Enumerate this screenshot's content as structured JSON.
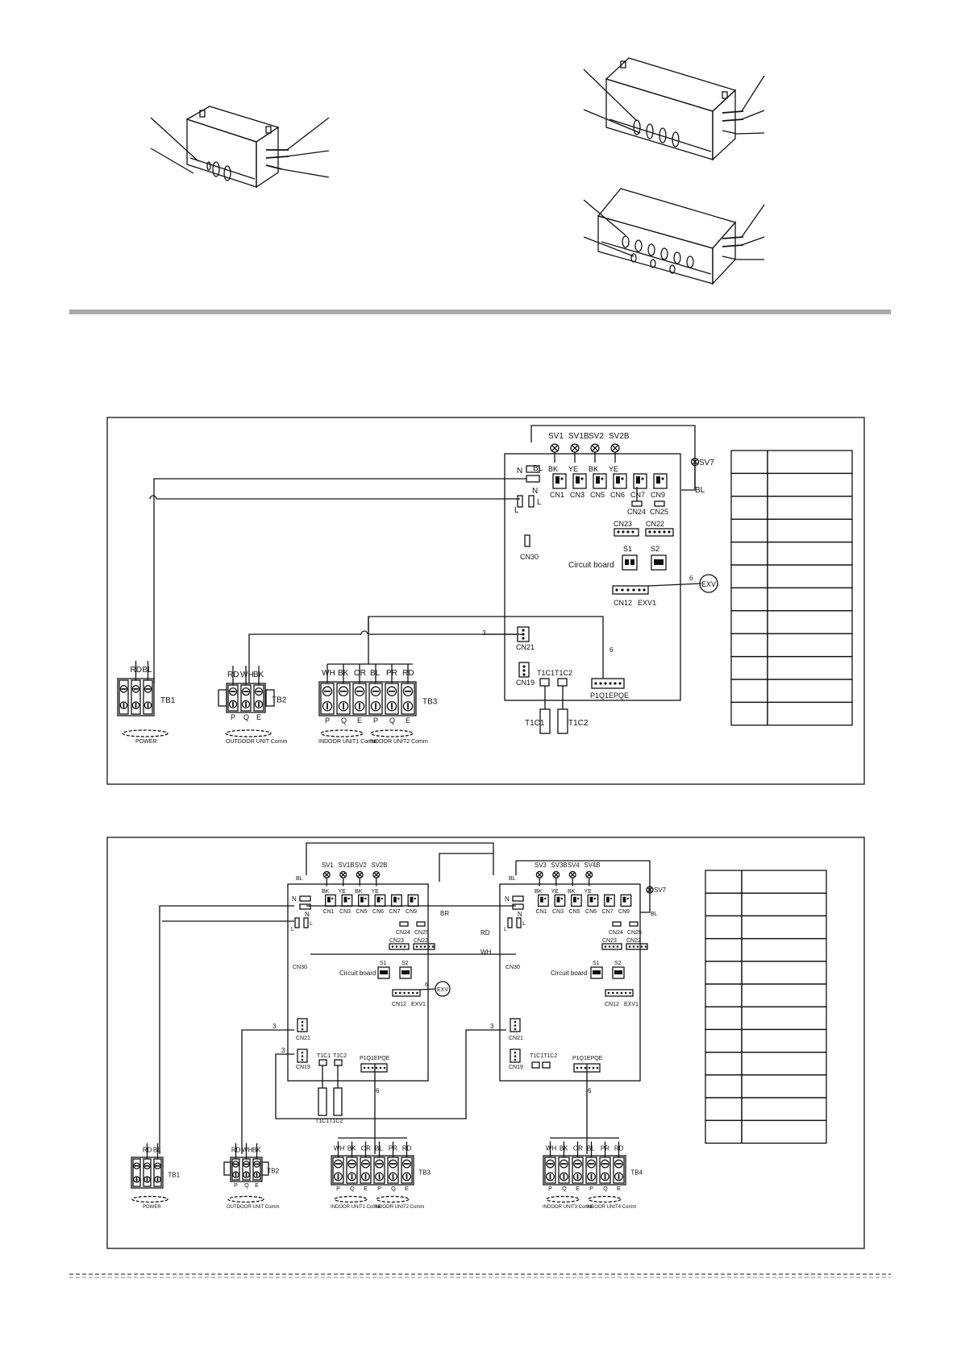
{
  "colors": {
    "rule": "#a8a8a8",
    "ink": "#111111"
  },
  "diagram1": {
    "valves": [
      "SV1",
      "SV1B",
      "SV2",
      "SV2B"
    ],
    "valve_wire_colors": [
      "BK",
      "YE",
      "BK",
      "YE"
    ],
    "sv7": "SV7",
    "connectors_top": [
      "CN1",
      "CN3",
      "CN5",
      "CN6",
      "CN7",
      "CN9"
    ],
    "cn24": "CN24",
    "cn25": "CN25",
    "cn23": "CN23",
    "cn22": "CN22",
    "cn30": "CN30",
    "s1": "S1",
    "s2": "S2",
    "board_label": "Circuit board",
    "cn12": "CN12",
    "exv1": "EXV1",
    "exv": "EXV",
    "cn21": "CN21",
    "cn19": "CN19",
    "t1c1": "T1C1",
    "t1c2": "T1C2",
    "p1q1": "P1Q1EPQE",
    "n": "N",
    "l": "L",
    "bl": "BL",
    "count6": "6",
    "count3": "3",
    "tb1": {
      "label": "TB1",
      "wires": [
        "RD",
        "BL"
      ],
      "caption": "POWER"
    },
    "tb2": {
      "label": "TB2",
      "wires": [
        "RD",
        "WH",
        "BK"
      ],
      "terminals": [
        "P",
        "Q",
        "E"
      ],
      "caption": "OUTDOOR UNIT Comm"
    },
    "tb3": {
      "label": "TB3",
      "wires": [
        "WH",
        "BK",
        "OR",
        "BL",
        "PR",
        "RD"
      ],
      "terminals": [
        "P",
        "Q",
        "E",
        "P",
        "Q",
        "E"
      ],
      "caption1": "INDOOR UNIT1 Comm",
      "caption2": "INDOOR UNIT2 Comm"
    }
  },
  "diagram2": {
    "valves_a": [
      "SV1",
      "SV1B",
      "SV2",
      "SV2B"
    ],
    "valves_b": [
      "SV3",
      "SV3B",
      "SV4",
      "SV4B"
    ],
    "valve_wire_colors": [
      "BK",
      "YE",
      "BK",
      "YE"
    ],
    "sv7": "SV7",
    "connectors_top": [
      "CN1",
      "CN3",
      "CN5",
      "CN6",
      "CN7",
      "CN9"
    ],
    "cn24": "CN24",
    "cn25": "CN25",
    "cn23": "CN23",
    "cn22": "CN22",
    "cn30": "CN30",
    "s1": "S1",
    "s2": "S2",
    "board_label": "Circuit board",
    "cn12": "CN12",
    "exv1": "EXV1",
    "exv": "EXV",
    "cn21": "CN21",
    "cn19": "CN19",
    "t1c1": "T1C1",
    "t1c2": "T1C2",
    "t1c_both": "T1C1T1C2",
    "p1q1": "P1Q1EPQE",
    "br": "BR",
    "rd": "RD",
    "wh": "WH",
    "n": "N",
    "l": "L",
    "bl": "BL",
    "count6": "6",
    "count3": "3",
    "tb1": {
      "label": "TB1",
      "wires": [
        "RD",
        "BL"
      ],
      "caption": "POWER"
    },
    "tb2": {
      "label": "TB2",
      "wires": [
        "RD",
        "WH",
        "BK"
      ],
      "terminals": [
        "P",
        "Q",
        "E"
      ],
      "caption": "OUTDOOR UNIT Comm"
    },
    "tb3": {
      "label": "TB3",
      "wires": [
        "WH",
        "BK",
        "OR",
        "BL",
        "PR",
        "RD"
      ],
      "terminals": [
        "P",
        "Q",
        "E",
        "P",
        "Q",
        "E"
      ],
      "caption1": "INDOOR UNIT1 Comm",
      "caption2": "INDOOR UNIT2 Comm"
    },
    "tb4": {
      "label": "TB4",
      "wires": [
        "WH",
        "BK",
        "OR",
        "BL",
        "PR",
        "RD"
      ],
      "terminals": [
        "P",
        "Q",
        "E",
        "P",
        "Q",
        "E"
      ],
      "caption1": "INDOOR UNIT3 Comm",
      "caption2": "INDOOR UNIT4 Comm"
    }
  }
}
